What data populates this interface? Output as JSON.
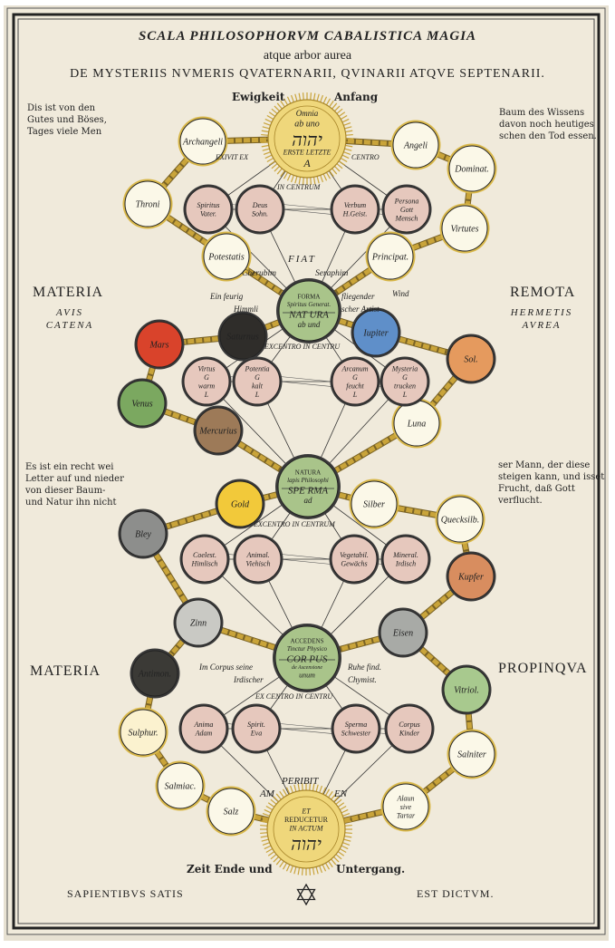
{
  "header": {
    "line1": "SCALA PHILOSOPHORVM CABALISTICA MAGIA",
    "line2": "atque arbor aurea",
    "line3": "DE MYSTERIIS NVMERIS QVATERNARII, QVINARII ATQVE SEPTENARII."
  },
  "top_words": {
    "left": "Ewigkeit",
    "right": "Anfang"
  },
  "side_notes": {
    "top_left": [
      "Dis ist von den",
      "Gutes und Böses,",
      "Tages viele Men"
    ],
    "top_right": [
      "Baum des Wissens",
      "davon noch heutiges",
      "schen den Tod essen."
    ],
    "mid_left": [
      "Es ist ein recht wei",
      "Letter auf und nieder",
      "von dieser Baum-",
      "und Natur ihn nicht"
    ],
    "mid_right": [
      "ser Mann, der diese",
      "steigen kann, und isset",
      "Frucht, daß Gott",
      "verflucht."
    ]
  },
  "margins": {
    "materia_upper": "MATERIA",
    "avis_catena": [
      "AVIS",
      "CATENA"
    ],
    "remota": "REMOTA",
    "hermetis_aurea": [
      "HERMETIS",
      "AVREA"
    ],
    "materia_lower": "MATERIA",
    "propinqua": "PROPINQVA"
  },
  "centers": {
    "top": {
      "lines": [
        "Omnia",
        "ab uno",
        "יהוה",
        "ERSTE  LETZTE",
        "A"
      ]
    },
    "forma": {
      "lines": [
        "FORMA",
        "Spiritus Generat.",
        "NAT  URA",
        "ab und"
      ]
    },
    "natura": {
      "lines": [
        "NATURA",
        "lapis Philosophi",
        "SPE  RMA",
        "ad"
      ]
    },
    "accedens": {
      "lines": [
        "ACCEDENS",
        "Tinctur Physico",
        "COR  PUS",
        "de Ascensione",
        "unum"
      ]
    },
    "bottom": {
      "lines": [
        "ET",
        "REDUCETUR",
        "IN ACTUM",
        "יהוה"
      ]
    }
  },
  "center_annotations": {
    "exivit": "EXIVIT EX",
    "centro": "CENTRO",
    "in_centrum": "IN CENTRUM",
    "fiat": "FIAT",
    "cherubim": "Cherubim",
    "seraphim": "Seraphim",
    "forma_left": [
      "Ein  feurig",
      "Himmli"
    ],
    "forma_right": [
      "fliegender",
      "scher Artist"
    ],
    "wind": "Wind",
    "excentro1": "EXCENTRO IN CENTRU",
    "excentro2": "EXCENTRO IN CENTRUM",
    "accedens_left": [
      "Im Corpus seine",
      "Irdischer"
    ],
    "accedens_right": [
      "Ruhe find.",
      "Chymist."
    ],
    "excentro3": "EX CENTRO IN CENTRU",
    "peribit": "PERIBIT",
    "am": "AM",
    "en": "EN"
  },
  "nodes": {
    "archangeli": "Archangeli",
    "angeli": "Angeli",
    "dominat": "Dominat.",
    "throni": "Throni",
    "virtutes": "Virtutes",
    "potestatis": "Potestatis",
    "principat": "Principat.",
    "spiritus": [
      "Spiritus",
      "Vater."
    ],
    "deus": [
      "Deus",
      "Sohn."
    ],
    "verbum": [
      "Verbum",
      "H.Geist."
    ],
    "persona": [
      "Persona",
      "Gott",
      "Mensch"
    ],
    "mars": "Mars",
    "saturnus": "Saturnus",
    "iupiter": "Iupiter",
    "sol": "Sol.",
    "venus": "Venus",
    "mercurius": "Mercurius",
    "luna": "Luna",
    "virtus": [
      "Virtus",
      "G",
      "warm",
      "L"
    ],
    "potentia": [
      "Potentia",
      "G",
      "kalt",
      "L"
    ],
    "arcanum": [
      "Arcanum",
      "G",
      "feucht",
      "L"
    ],
    "mysteria": [
      "Mysteria",
      "G",
      "trucken",
      "L"
    ],
    "gold": "Gold",
    "silber": "Silber",
    "bley": "Bley",
    "quecksilb": "Quecksilb.",
    "coelest": [
      "Coelest.",
      "Himlisch"
    ],
    "animal": [
      "Animal.",
      "Viehisch"
    ],
    "vegetabil": [
      "Vegetabil.",
      "Gewächs"
    ],
    "mineral": [
      "Mineral.",
      "Irdisch"
    ],
    "kupfer": "Kupfer",
    "zinn": "Zinn",
    "eisen": "Eisen",
    "antimon": "Antimon.",
    "vitriol": "Vitriol.",
    "anima": [
      "Anima",
      "Adam"
    ],
    "spirit": [
      "Spirit.",
      "Eva"
    ],
    "sperma": [
      "Sperma",
      "Schwester"
    ],
    "corpus": [
      "Corpus",
      "Kinder"
    ],
    "sulphur": "Sulphur.",
    "salniter": "Salniter",
    "salmiac": "Salmiac.",
    "alaun": [
      "Alaun",
      "sive",
      "Tartar"
    ],
    "salz": "Salz"
  },
  "bottom_words": {
    "left": "Zeit Ende und",
    "right": "Untergang."
  },
  "footer": {
    "left": "SAPIENTIBVS SATIS",
    "right": "EST DICTVM."
  },
  "colors": {
    "paper": "#f0eadb",
    "chain": "#c9a43a",
    "gold_disc": "#efd77b",
    "mars": "#d9432b",
    "saturnus": "#2f2d2a",
    "iupiter": "#5f8fc9",
    "sol": "#e59a5e",
    "venus": "#7ba860",
    "mercurius": "#9d7a58",
    "gold": "#f2c93a",
    "bley": "#8d8e8c",
    "kupfer": "#d88d5f",
    "zinn": "#c9c9c4",
    "eisen": "#a8aaa6",
    "antimon": "#3b3a36",
    "vitriol": "#a8c98e",
    "green_center": "#a9c48a",
    "rose": "#e6c8bd"
  }
}
